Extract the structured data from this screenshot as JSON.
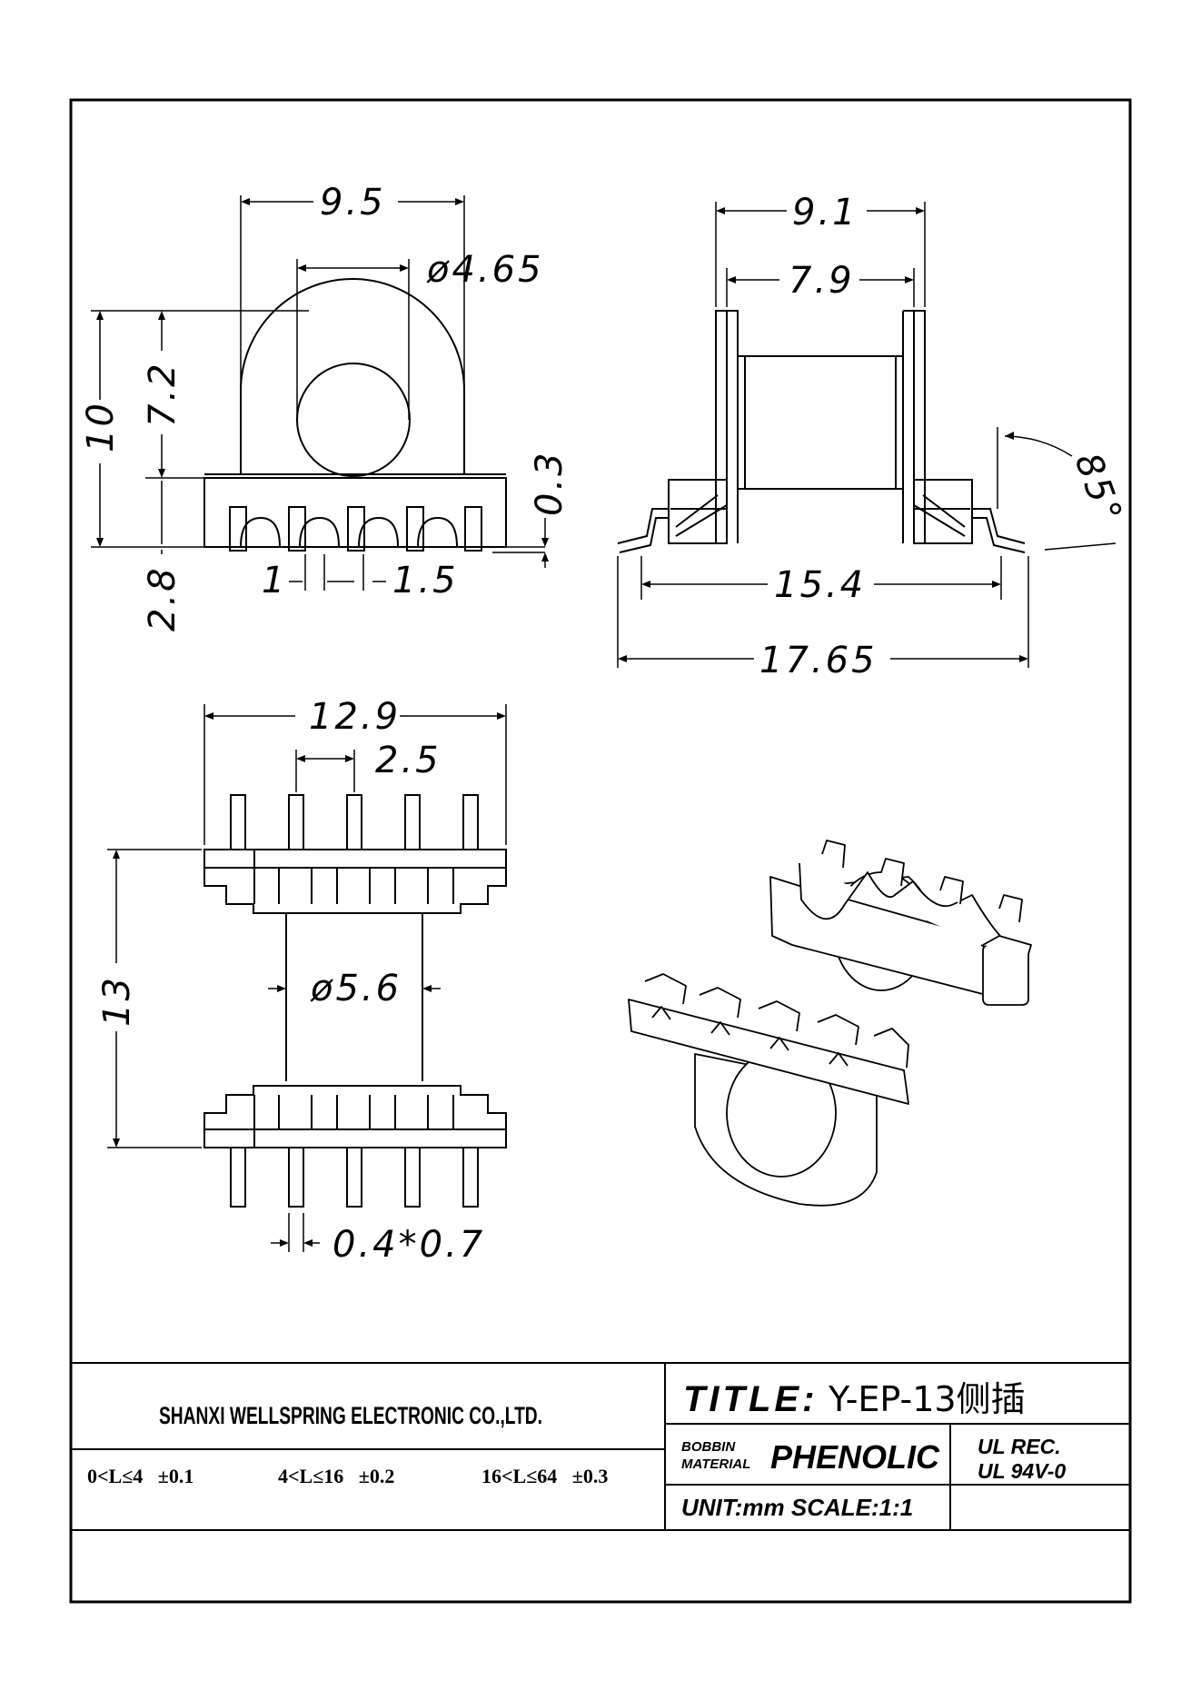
{
  "dimensions": {
    "top_width": "9.5",
    "hole_dia": "ø4.65",
    "overall_height": "10",
    "body_height": "7.2",
    "base_height": "2.8",
    "pin_gap": "0.3",
    "pin_w": "1",
    "pin_pitch_small": "1.5",
    "flange_outer": "9.1",
    "flange_inner": "7.9",
    "angle": "85°",
    "span_inner": "15.4",
    "span_outer": "17.65",
    "bottom_width": "12.9",
    "pin_pitch": "2.5",
    "bottom_height": "13",
    "core_dia": "ø5.6",
    "pin_section": "0.4*0.7"
  },
  "title_block": {
    "company": "SHANXI WELLSPRING ELECTRONIC CO.,LTD.",
    "tolerance_1": "0<L≤4   ±0.1",
    "tolerance_2": "4<L≤16   ±0.2",
    "tolerance_3": "16<L≤64   ±0.3",
    "title_label": "TITLE:",
    "title_value": "Y-EP-13侧插",
    "bobbin_label": "BOBBIN",
    "material_label": "MATERIAL",
    "material_value": "PHENOLIC",
    "ul_rec": "UL REC.",
    "ul_rating": "UL 94V-0",
    "unit_scale": "UNIT:mm SCALE:1:1"
  }
}
